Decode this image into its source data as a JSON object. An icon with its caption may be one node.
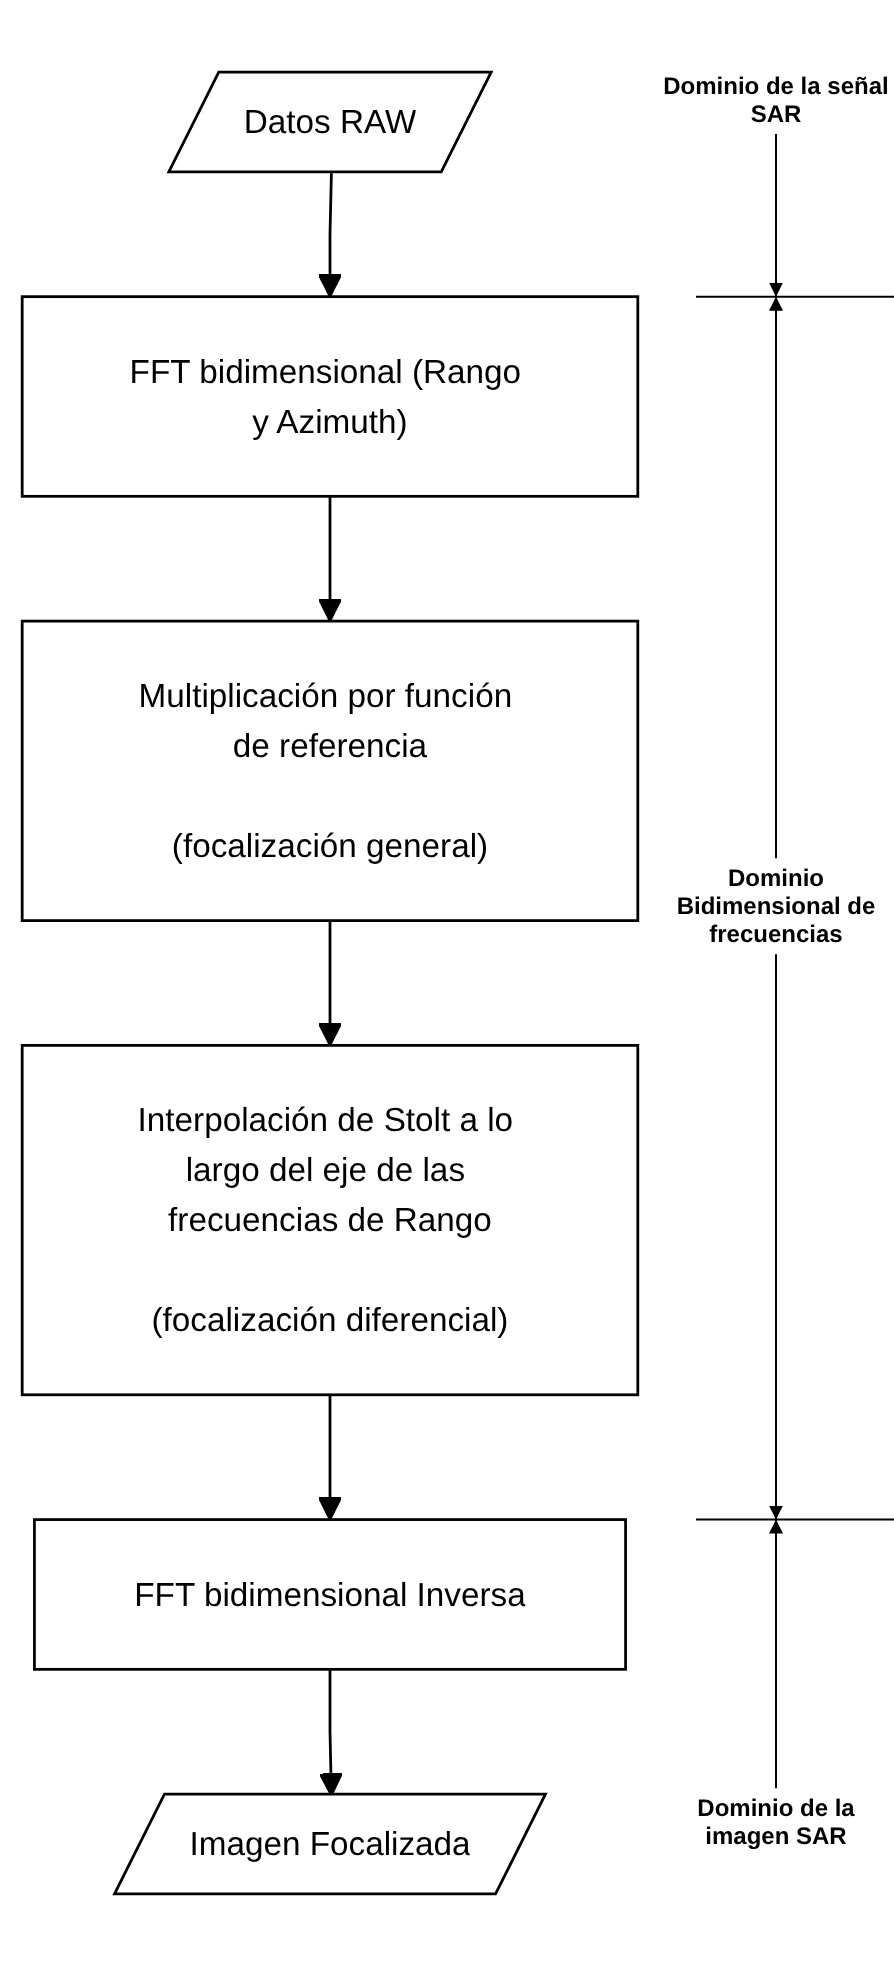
{
  "diagram": {
    "nodes": [
      {
        "text": [
          "Datos RAW"
        ]
      },
      {
        "text": [
          "FFT bidimensional (Rango y Azimuth)"
        ]
      },
      {
        "text": [
          "Multiplicación por función de referencia",
          "(focalización general)"
        ]
      },
      {
        "text": [
          "Interpolación de Stolt a lo largo del eje de las frecuencias de Rango",
          "(focalización diferencial)"
        ]
      },
      {
        "text": [
          "FFT bidimensional Inversa"
        ]
      },
      {
        "text": [
          "Imagen Focalizada"
        ]
      }
    ],
    "edges": [
      {
        "from": 0,
        "to": 1,
        "arrow": "to"
      },
      {
        "from": 1,
        "to": 2,
        "arrow": "to"
      },
      {
        "from": 2,
        "to": 3,
        "arrow": "to"
      },
      {
        "from": 3,
        "to": 4,
        "arrow": "to"
      },
      {
        "from": 4,
        "to": 5,
        "arrow": "to"
      }
    ],
    "labels": [
      "Dominio de la señal SAR",
      "Dominio Bidimensional de frecuencias",
      "Dominio de la imagen SAR"
    ]
  }
}
